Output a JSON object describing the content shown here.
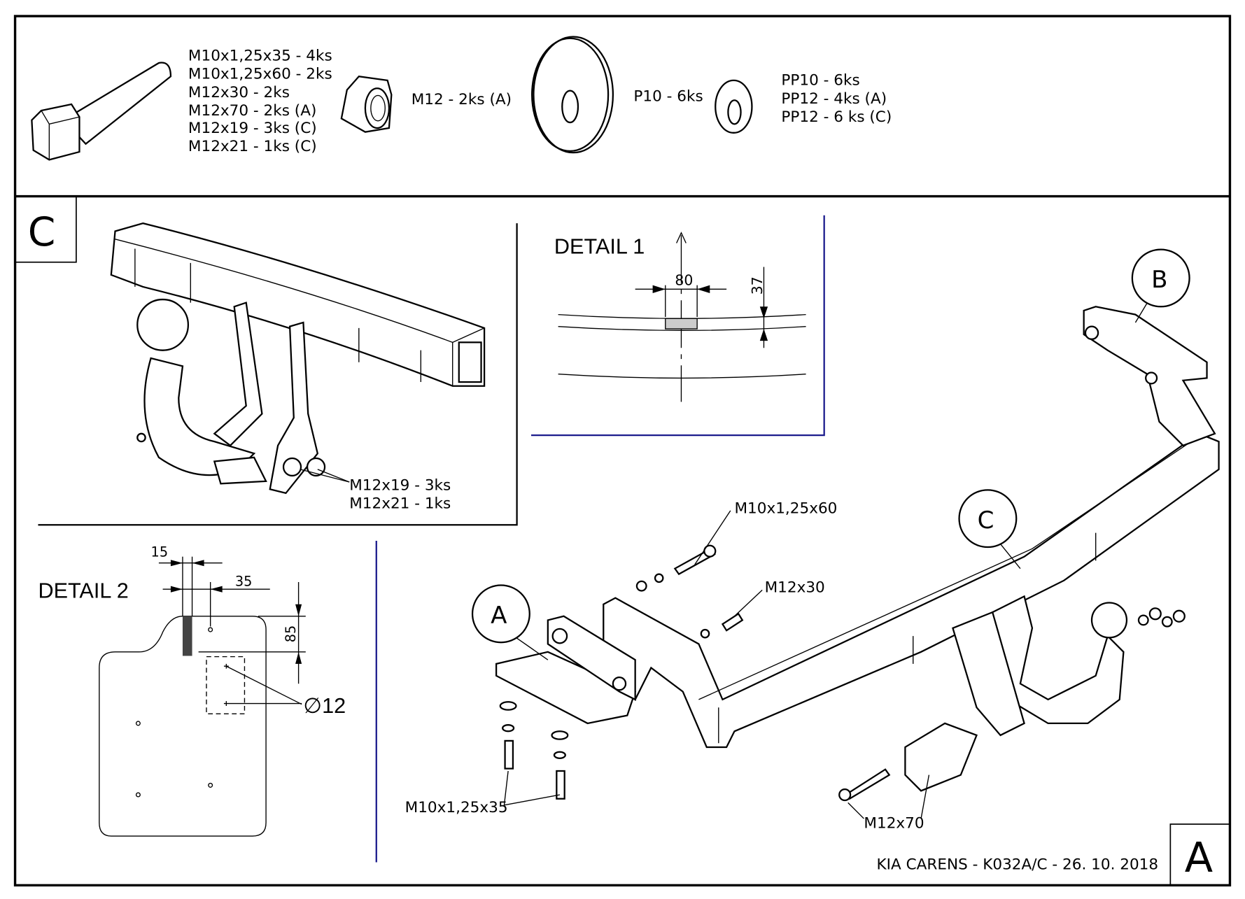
{
  "parts_list": {
    "bolts": [
      "M10x1,25x35 - 4ks",
      "M10x1,25x60 - 2ks",
      "M12x30 - 2ks",
      "M12x70 - 2ks (A)",
      "M12x19 - 3ks (C)",
      "M12x21 - 1ks (C)"
    ],
    "nut": "M12 - 2ks (A)",
    "washer_large": "P10 - 6ks",
    "washers_small": [
      "PP10 - 6ks",
      "PP12 - 4ks (A)",
      "PP12 - 6 ks (C)"
    ]
  },
  "view_c": {
    "corner_label": "C",
    "bolt_labels": [
      "M12x19 - 3ks",
      "M12x21 - 1ks"
    ]
  },
  "detail1": {
    "title": "DETAIL 1",
    "dim_width": "80",
    "dim_height": "37"
  },
  "detail2": {
    "title": "DETAIL 2",
    "dim_a": "15",
    "dim_b": "35",
    "dim_c": "85",
    "hole_dia": "∅12"
  },
  "assembly": {
    "callouts": [
      "A",
      "B",
      "C"
    ],
    "labels": {
      "m10x60": "M10x1,25x60",
      "m12x30": "M12x30",
      "m10x35": "M10x1,25x35",
      "m12x70": "M12x70"
    }
  },
  "title_block": {
    "text": "KIA CARENS - K032A/C - 26. 10. 2018",
    "sheet_letter": "A"
  },
  "colors": {
    "frame": "#000000",
    "divider": "#1a1a8c"
  }
}
